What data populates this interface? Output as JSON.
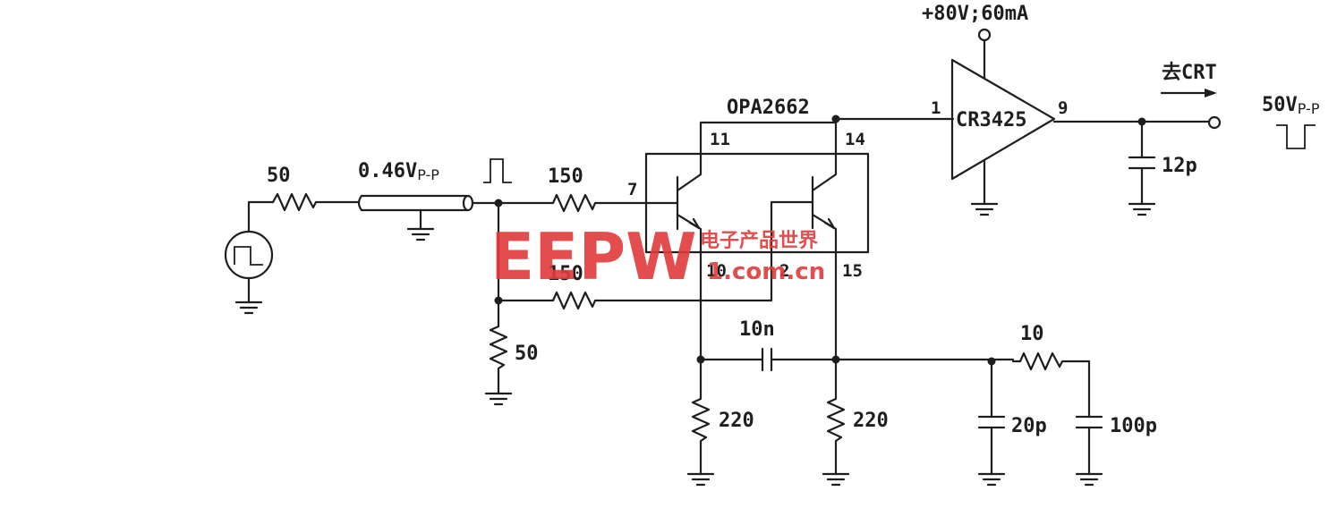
{
  "supply_label": "+80V;60mA",
  "output_dest_label": "去CRT",
  "output_swing": {
    "value": "50V",
    "unit": "P-P"
  },
  "input_swing": {
    "value": "0.46V",
    "unit": "P-P"
  },
  "opamp": {
    "part": "OPA2662",
    "pins": {
      "p7": "7",
      "p11": "11",
      "p14": "14",
      "p10": "10",
      "p2": "2",
      "p15": "15"
    }
  },
  "driver": {
    "part": "CR3425",
    "pin_in": "1",
    "pin_out": "9"
  },
  "components": {
    "r_source": "50",
    "r_in_top": "150",
    "r_in_bottom": "150",
    "r_term": "50",
    "c_couple": "10n",
    "r_left_emitter": "220",
    "r_right_emitter": "220",
    "r_comp": "10",
    "c_comp1": "20p",
    "c_comp2": "100p",
    "c_load": "12p"
  },
  "watermark": {
    "brand": "EEPW",
    "cn": "电子产品世界",
    "site": "1.com.cn"
  }
}
